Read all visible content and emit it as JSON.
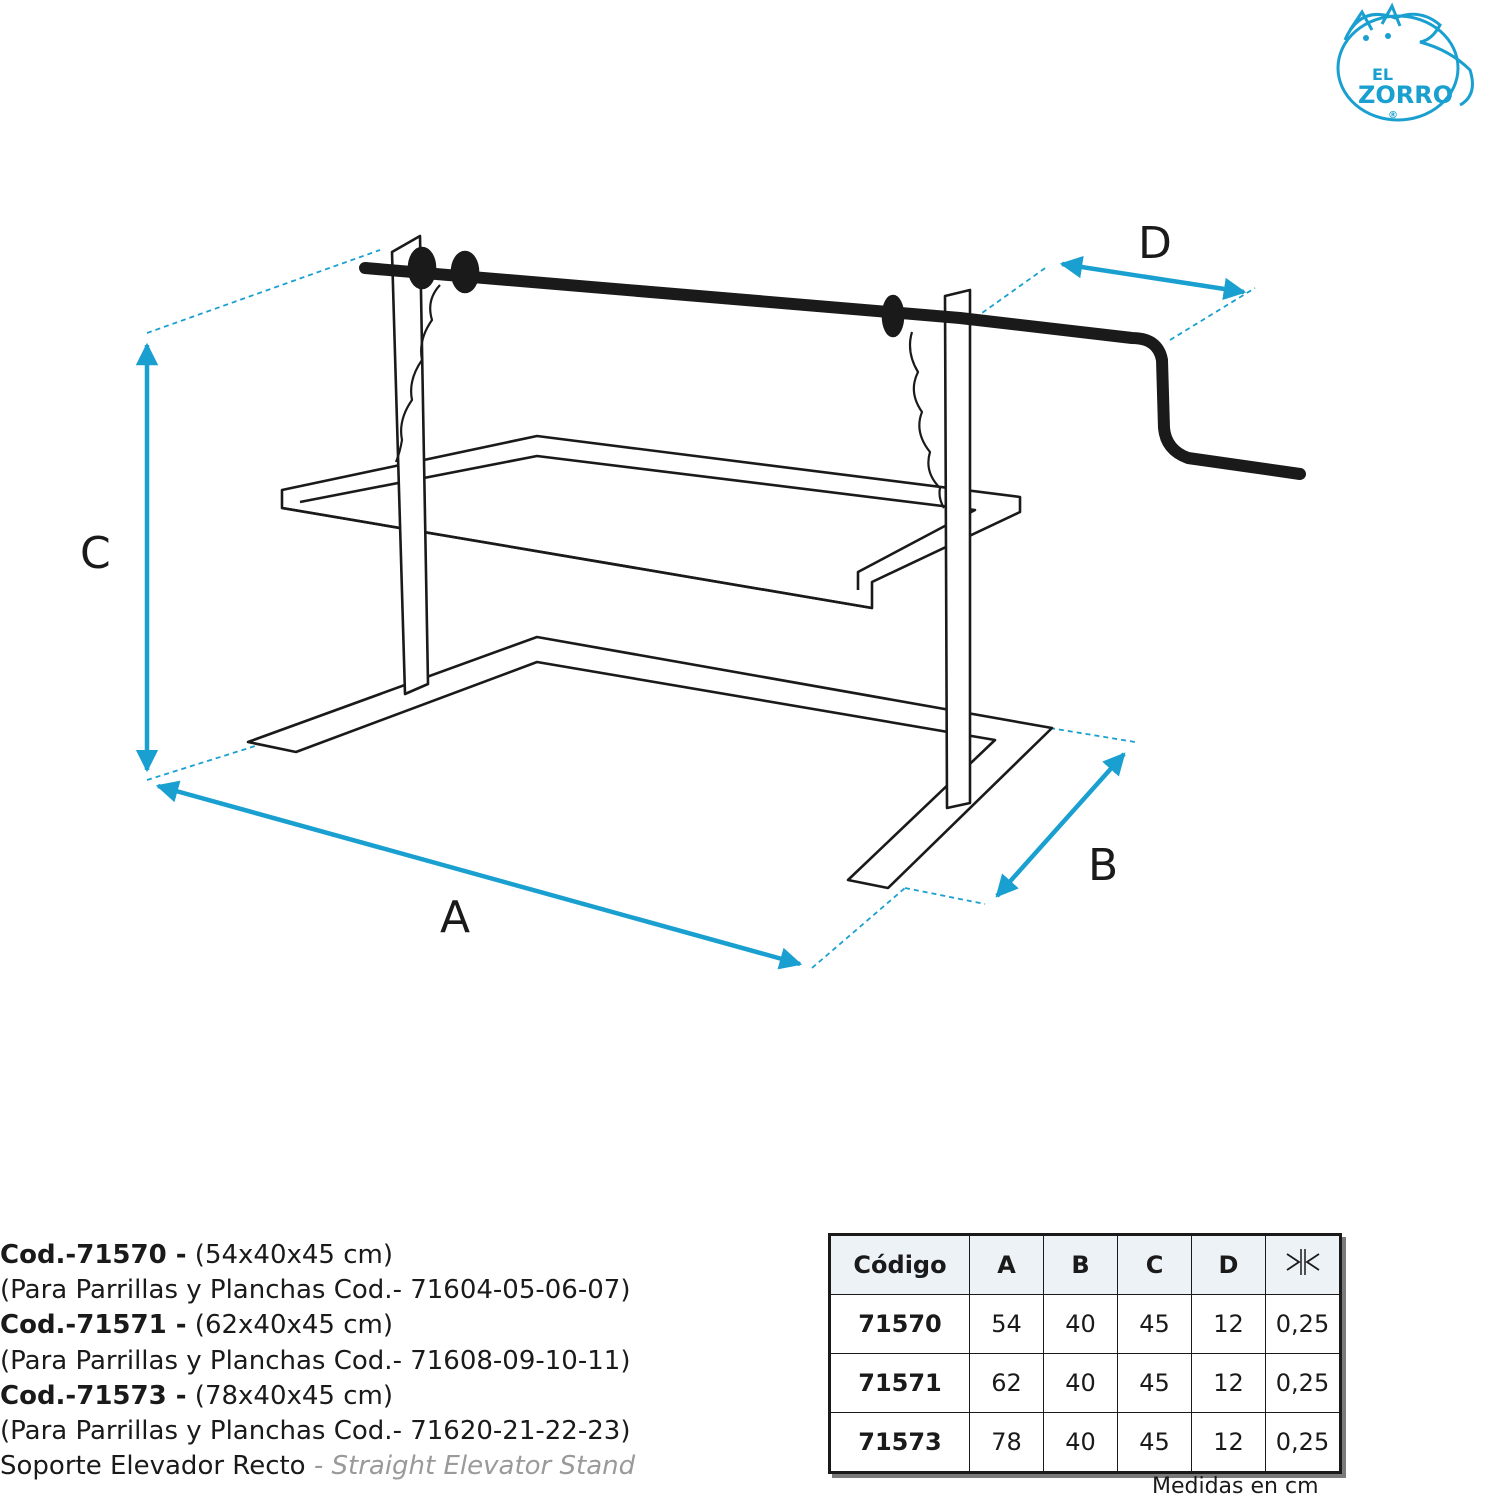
{
  "logo": {
    "line1": "EL",
    "line2": "ZORRO",
    "registered": "®"
  },
  "dimensions": {
    "a": "A",
    "b": "B",
    "c": "C",
    "d": "D"
  },
  "products": [
    {
      "code": "Cod.-71570 -",
      "size": " (54x40x45 cm)",
      "use": "(Para Parrillas y Planchas Cod.- 71604-05-06-07)"
    },
    {
      "code": "Cod.-71571 -",
      "size": " (62x40x45 cm)",
      "use": "(Para Parrillas y Planchas Cod.- 71608-09-10-11)"
    },
    {
      "code": "Cod.-71573 -",
      "size": " (78x40x45 cm)",
      "use": "(Para Parrillas y Planchas Cod.- 71620-21-22-23)"
    }
  ],
  "product_name": {
    "es": "Soporte Elevador Recto",
    "en": " - Straight Elevator Stand"
  },
  "table": {
    "headers": [
      "Código",
      "A",
      "B",
      "C",
      "D",
      "thickness-icon"
    ],
    "rows": [
      [
        "71570",
        "54",
        "40",
        "45",
        "12",
        "0,25"
      ],
      [
        "71571",
        "62",
        "40",
        "45",
        "12",
        "0,25"
      ],
      [
        "71573",
        "78",
        "40",
        "45",
        "12",
        "0,25"
      ]
    ],
    "note": "Medidas en cm"
  },
  "colors": {
    "accent": "#1aa0d0",
    "ink": "#1a1a1a"
  }
}
